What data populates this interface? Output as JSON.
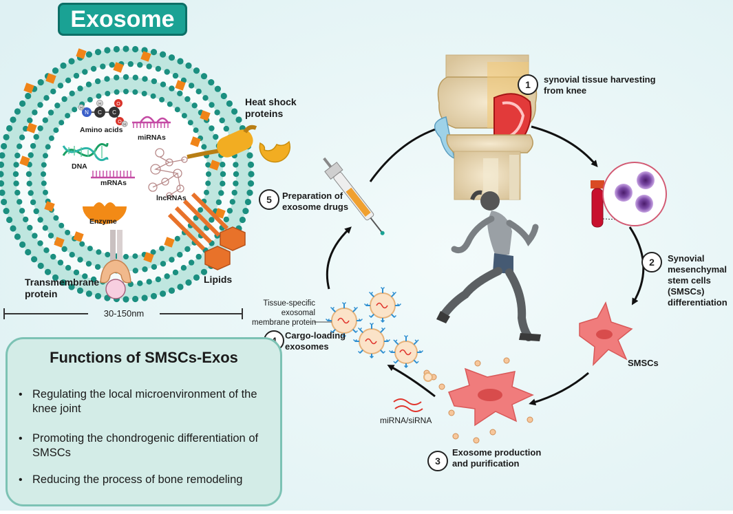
{
  "title": "Exosome",
  "exosome_labels": {
    "heat_shock": "Heat shock\nproteins",
    "amino_acids": "Amino acids",
    "mirnas": "miRNAs",
    "dna": "DNA",
    "mrnas": "mRNAs",
    "lncrnas": "lncRNAs",
    "enzyme": "Enzyme",
    "transmembrane": "Transmembrane\nprotein",
    "lipids": "Lipids",
    "size": "30-150nm",
    "aa_atoms": [
      "N",
      "C",
      "C",
      "O",
      "O",
      "H",
      "H",
      "H"
    ]
  },
  "steps": [
    {
      "num": "1",
      "label": "synovial tissue harvesting\nfrom knee"
    },
    {
      "num": "2",
      "label": "Synovial\nmesenchymal\nstem cells\n(SMSCs)\ndifferentiation"
    },
    {
      "num": "3",
      "label": "Exosome production\nand purification"
    },
    {
      "num": "4",
      "label": "Cargo-loading\nexosomes"
    },
    {
      "num": "5",
      "label": "Preparation of\nexosome drugs"
    }
  ],
  "labels": {
    "smscs": "SMSCs",
    "mirna_sirna": "miRNA/siRNA",
    "tissue_specific": "Tissue-specific\nexosomal\nmembrane protein"
  },
  "functions": {
    "title": "Functions of SMSCs-Exos",
    "items": [
      "Regulating the local microenvironment of the knee joint",
      "Promoting the chondrogenic differentiation of SMSCs",
      "Reducing the process of bone remodeling"
    ]
  },
  "colors": {
    "background": "#e9f6f7",
    "teal": "#1aa294",
    "membrane_head": "#1b8f80",
    "cargo_square": "#f08418",
    "cell_pink": "#f07c7c",
    "blood": "#c8102e",
    "vesicle_blue": "#2f8fd0",
    "box_fill": "#d3ece7",
    "box_border": "#7cc2b4"
  }
}
